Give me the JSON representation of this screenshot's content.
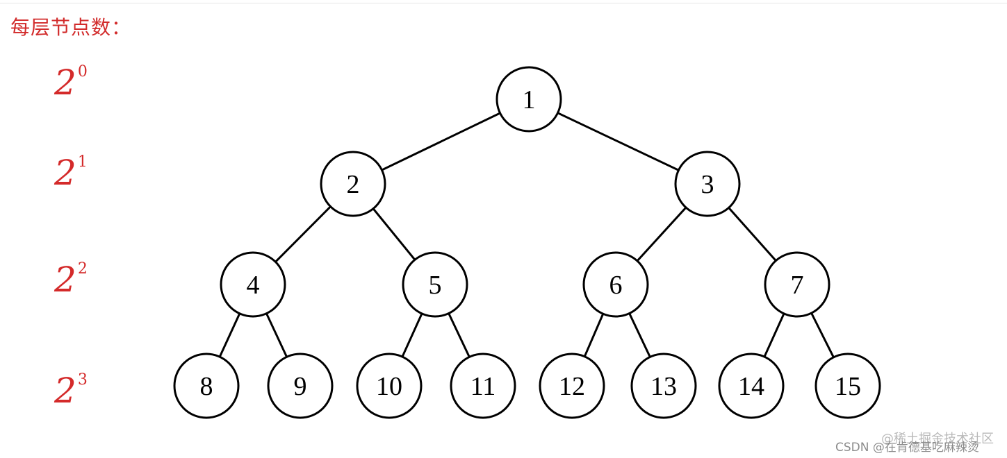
{
  "heading": "每层节点数：",
  "level_labels": [
    {
      "base": "2",
      "exponent": "0"
    },
    {
      "base": "2",
      "exponent": "1"
    },
    {
      "base": "2",
      "exponent": "2"
    },
    {
      "base": "2",
      "exponent": "3"
    }
  ],
  "tree": {
    "nodes": [
      "1",
      "2",
      "3",
      "4",
      "5",
      "6",
      "7",
      "8",
      "9",
      "10",
      "11",
      "12",
      "13",
      "14",
      "15"
    ],
    "edges": [
      [
        "1",
        "2"
      ],
      [
        "1",
        "3"
      ],
      [
        "2",
        "4"
      ],
      [
        "2",
        "5"
      ],
      [
        "3",
        "6"
      ],
      [
        "3",
        "7"
      ],
      [
        "4",
        "8"
      ],
      [
        "4",
        "9"
      ],
      [
        "5",
        "10"
      ],
      [
        "5",
        "11"
      ],
      [
        "6",
        "12"
      ],
      [
        "6",
        "13"
      ],
      [
        "7",
        "14"
      ],
      [
        "7",
        "15"
      ]
    ]
  },
  "watermark": {
    "top": "@稀土掘金技术社区",
    "bottom": "CSDN @在肯德基吃麻辣烫"
  }
}
